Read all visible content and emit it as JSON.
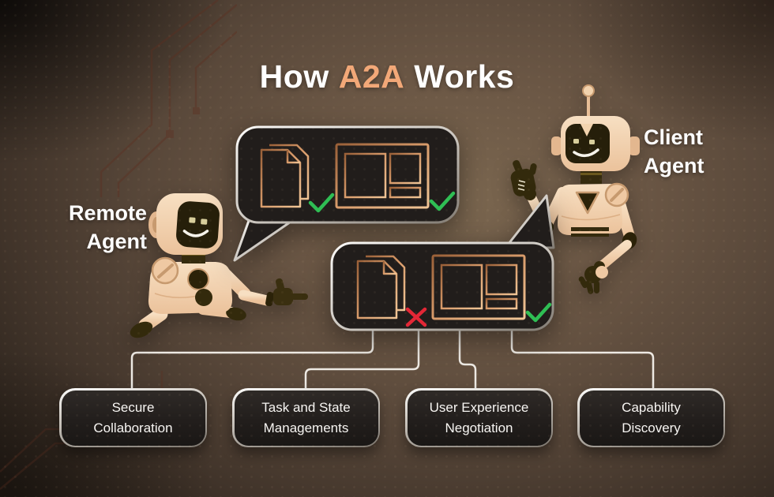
{
  "title": {
    "pre": "How",
    "highlight": "A2A",
    "post": "Works"
  },
  "agents": {
    "remote": {
      "line1": "Remote",
      "line2": "Agent"
    },
    "client": {
      "line1": "Client",
      "line2": "Agent"
    }
  },
  "bubbles": {
    "remote_agent_bubble": {
      "items": [
        {
          "icon": "documents-icon",
          "status_icon": "check-icon",
          "status": "approved"
        },
        {
          "icon": "layout-window-icon",
          "status_icon": "check-icon",
          "status": "approved"
        }
      ]
    },
    "client_agent_bubble": {
      "items": [
        {
          "icon": "documents-icon",
          "status_icon": "cross-icon",
          "status": "rejected"
        },
        {
          "icon": "layout-window-icon",
          "status_icon": "check-icon",
          "status": "approved"
        }
      ]
    }
  },
  "features": [
    {
      "line1": "Secure",
      "line2": "Collaboration"
    },
    {
      "line1": "Task and State",
      "line2": "Managements"
    },
    {
      "line1": "User Experience",
      "line2": "Negotiation"
    },
    {
      "line1": "Capability",
      "line2": "Discovery"
    }
  ],
  "colors": {
    "accent_orange": "#F2A878",
    "check_green": "#2FBE54",
    "cross_red": "#E32736",
    "copper_icon": "#D99C6B",
    "bubble_fill": "#211D1B",
    "border_silver": "#F2F0EC",
    "background_brown": "#5E4C3D",
    "text_white": "#FFFFFF"
  }
}
